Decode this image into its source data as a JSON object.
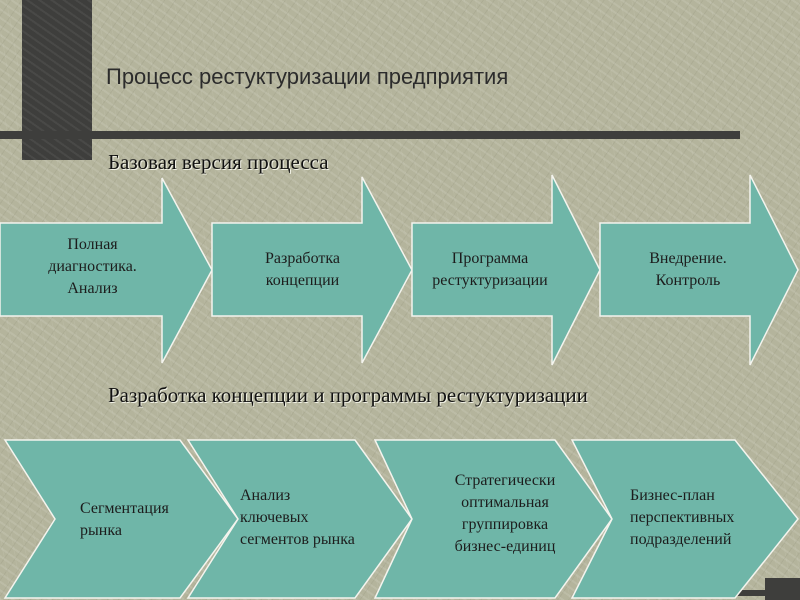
{
  "slide": {
    "title": "Процесс рестуктуризации предприятия",
    "section_basic": "Базовая версия процесса",
    "section_concept": "Разработка концепции и программы рестуктуризации"
  },
  "basic_steps": [
    {
      "label": "Полная\nдиагностика.\nАнализ"
    },
    {
      "label": "Разработка\nконцепции"
    },
    {
      "label": "Программа\nрестуктуризации"
    },
    {
      "label": "Внедрение.\nКонтроль"
    }
  ],
  "concept_steps": [
    {
      "label": "Сегментация\nрынка"
    },
    {
      "label": "Анализ\nключевых\nсегментов рынка"
    },
    {
      "label": "Стратегически\nоптимальная\nгруппировка\nбизнес-единиц"
    },
    {
      "label": "Бизнес-план\nперспективных\nподразделений"
    }
  ],
  "colors": {
    "background": "#b4b49c",
    "arrow_fill": "#6fb6a8",
    "arrow_stroke": "#f4f4ee",
    "dark_accent": "#3e3e3c"
  }
}
